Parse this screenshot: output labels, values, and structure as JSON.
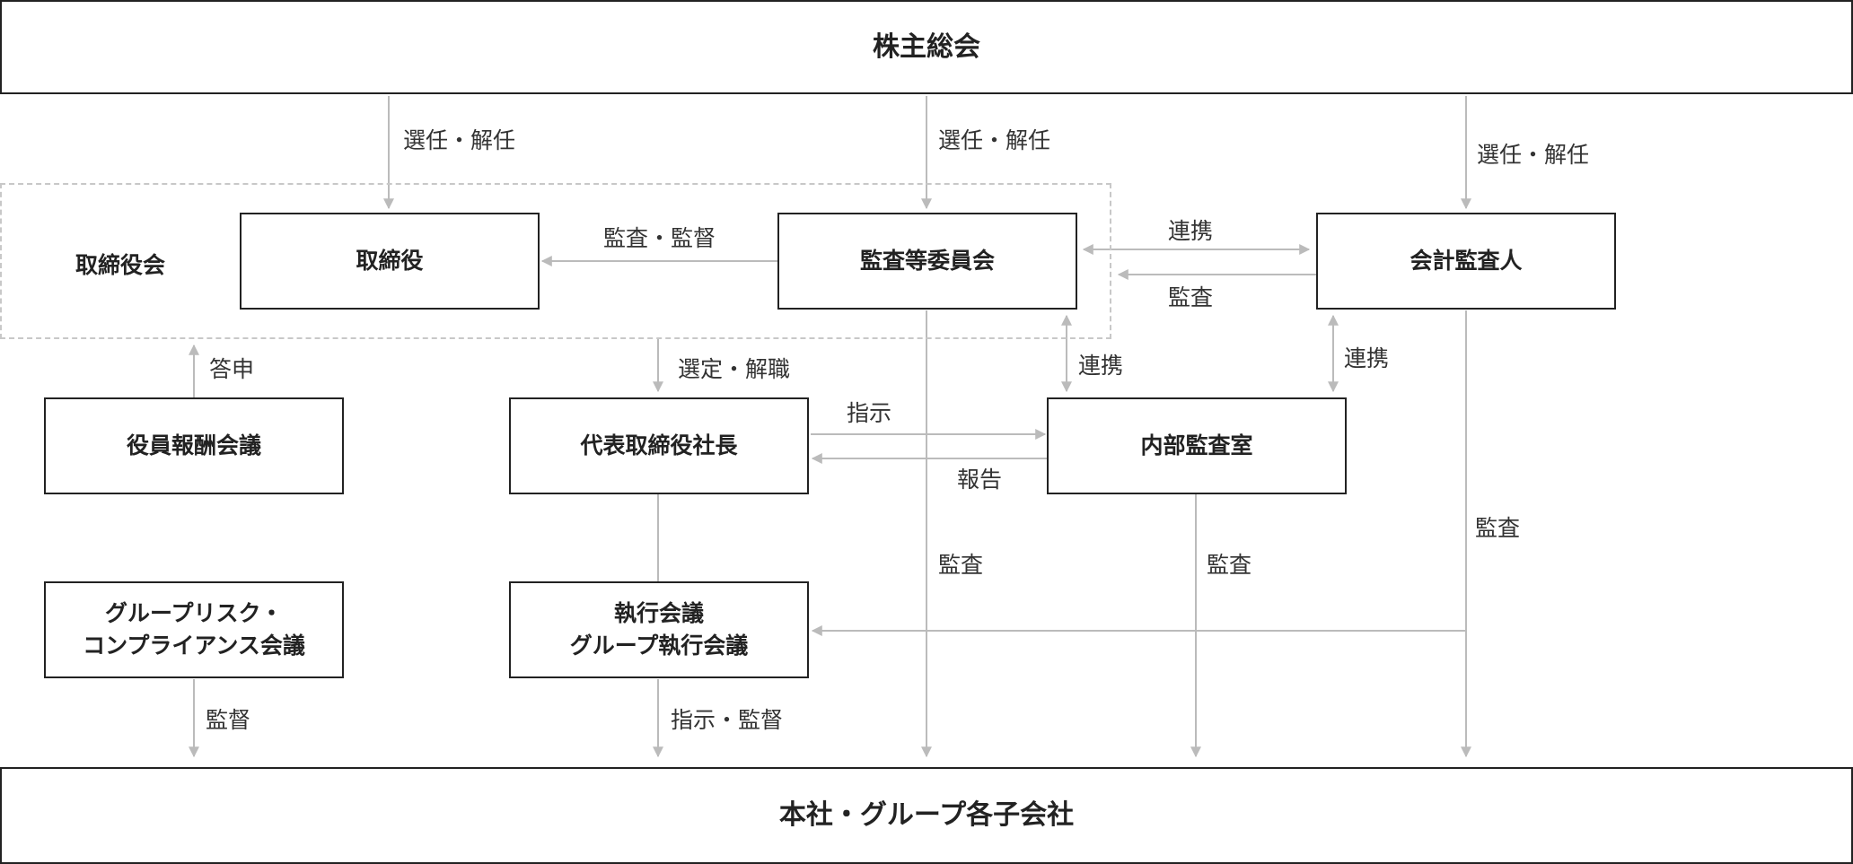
{
  "nodes": {
    "shareholders": "株主総会",
    "board_group": "取締役会",
    "directors": "取締役",
    "audit_committee": "監査等委員会",
    "accounting_auditor": "会計監査人",
    "compensation": "役員報酬会議",
    "president": "代表取締役社長",
    "internal_audit": "内部監査室",
    "risk_compliance": "グループリスク・\nコンプライアンス会議",
    "executive": "執行会議\nグループ執行会議",
    "subsidiaries": "本社・グループ各子会社"
  },
  "labels": {
    "elect_directors": "選任・解任",
    "elect_audit": "選任・解任",
    "elect_auditor": "選任・解任",
    "audit_supervise": "監査・監督",
    "coop_auditor": "連携",
    "audit_by_auditor": "監査",
    "report_comp": "答申",
    "select_dismiss": "選定・解職",
    "coop_internal": "連携",
    "coop_internal_auditor": "連携",
    "instruct": "指示",
    "report_president": "報告",
    "audit_committee_audit": "監査",
    "internal_audit_audit": "監査",
    "auditor_audit": "監査",
    "supervise_risk": "監督",
    "instruct_supervise": "指示・監督"
  },
  "colors": {
    "box_border": "#222222",
    "arrow": "#bbbbbb",
    "dashed": "#c8c8c8"
  }
}
